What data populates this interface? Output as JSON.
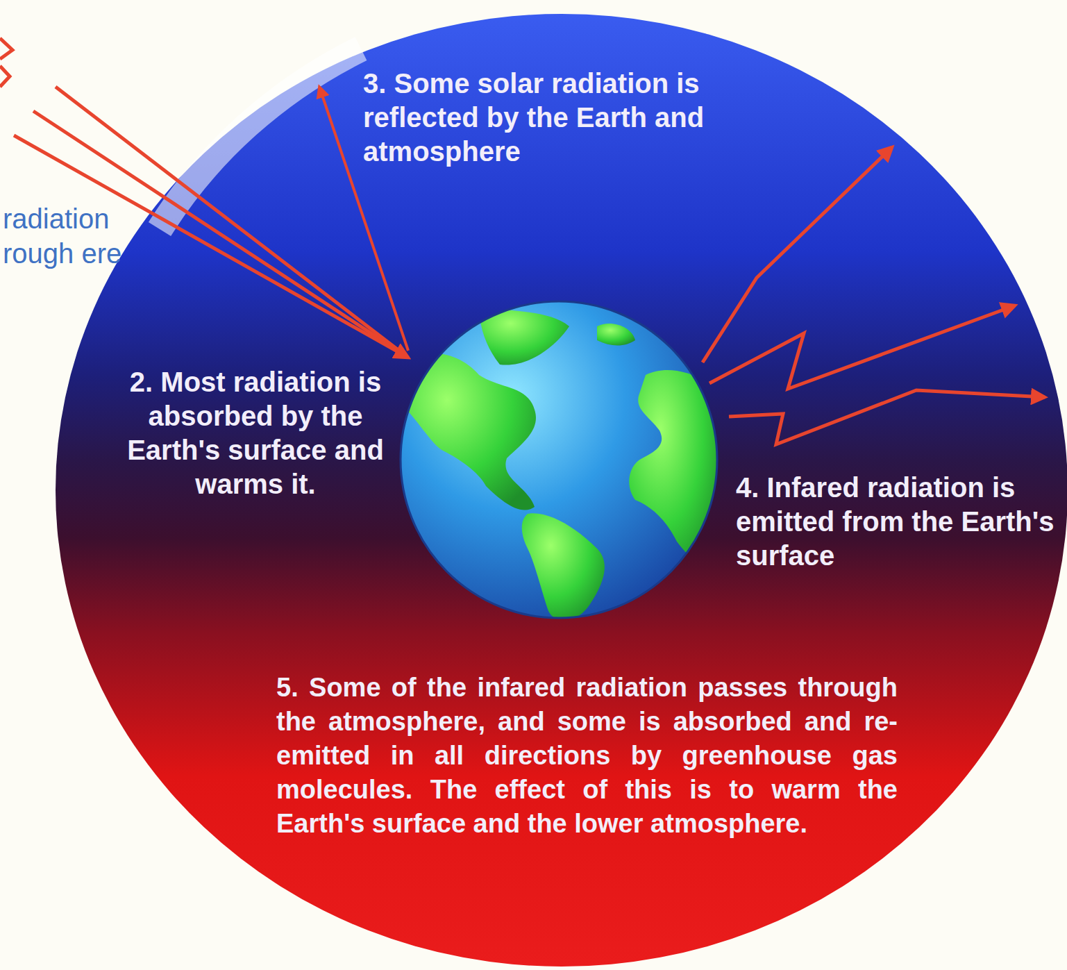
{
  "diagram": {
    "nodes": [
      {
        "text": [
          "3. Some solar radiation is reflected by the Earth and atmosphere",
          "2. Most radiation is absorbed by the Earth's surface and warms it.",
          "4. Infared radiation is emitted from the Earth's surface",
          "5. Some of the infared radiation passes through the atmosphere, and some is absorbed and re-emitted in all directions by greenhouse gas molecules. The effect of this is to warm the Earth's surface and the lower atmosphere."
        ]
      }
    ],
    "labels": [
      "radiation rough ere"
    ]
  }
}
